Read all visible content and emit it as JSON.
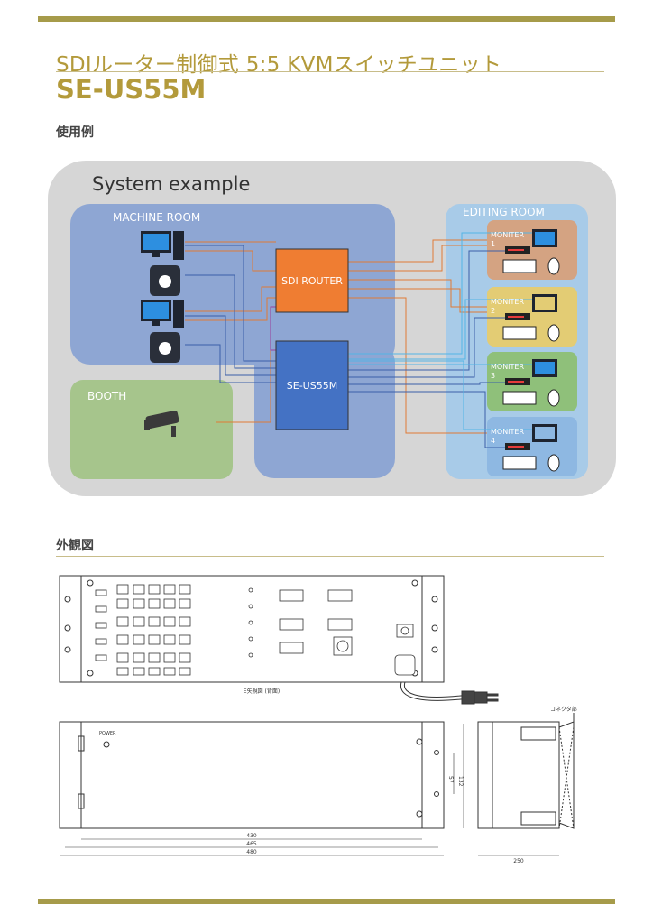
{
  "header": {
    "subtitle": "SDIルーター制御式 5:5 KVMスイッチユニット",
    "title": "SE-US55M"
  },
  "sections": {
    "usage": "使用例",
    "appearance": "外観図"
  },
  "system": {
    "title": "System example",
    "machine_room": "MACHINE ROOM",
    "booth": "BOOTH",
    "editing_room": "EDITING ROOM",
    "router": "SDI ROUTER",
    "kvm": "SE-US55M",
    "monitor_label": "MONITER",
    "monitors": [
      "1",
      "2",
      "3",
      "4"
    ]
  },
  "drawing": {
    "front_caption": "E矢視図 (背面)",
    "power_label": "POWER",
    "connector_label": "コネクタ部",
    "dim_width_inner": "430",
    "dim_width_mid": "465",
    "dim_width_outer": "480",
    "dim_depth": "250",
    "dim_height_inner": "57",
    "dim_height_outer": "132"
  },
  "colors": {
    "gold": "#a69b4a",
    "router": "#ef7d32",
    "kvm": "#4472c4"
  }
}
